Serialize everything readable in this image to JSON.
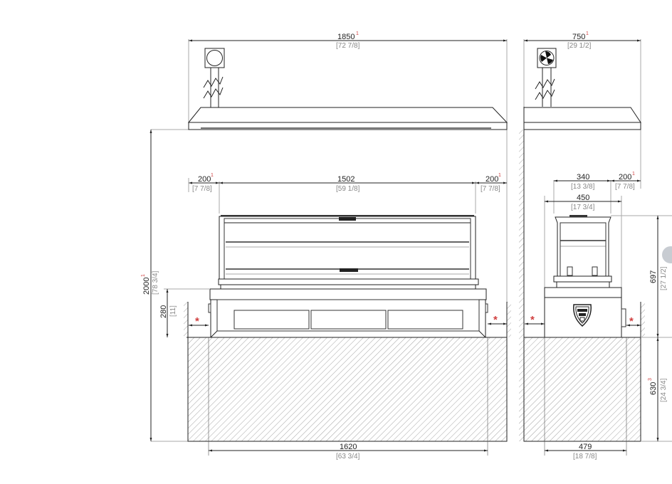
{
  "front_view": {
    "overall_width": {
      "value": "1850",
      "note": "1",
      "inch": "[72 7/8]"
    },
    "clearance_left": {
      "value": "200",
      "note": "1",
      "inch": "[7 7/8]"
    },
    "unit_width": {
      "value": "1502",
      "inch": "[59 1/8]"
    },
    "clearance_right": {
      "value": "200",
      "note": "1",
      "inch": "[7 7/8]"
    },
    "total_height": {
      "value": "2000",
      "note": "1",
      "inch": "[78 3/4]"
    },
    "base_height": {
      "value": "280",
      "inch": "[11]"
    },
    "base_width": {
      "value": "1620",
      "inch": "[63 3/4]"
    },
    "side_gap_marker": "*"
  },
  "side_view": {
    "overall_depth": {
      "value": "750",
      "note": "1",
      "inch": "[29 1/2]"
    },
    "display_depth": {
      "value": "340",
      "inch": "[13 3/8]"
    },
    "rear_clearance": {
      "value": "200",
      "note": "1",
      "inch": "[7 7/8]"
    },
    "top_depth": {
      "value": "450",
      "inch": "[17 3/4]"
    },
    "unit_height": {
      "value": "697",
      "inch": "[27 1/2]"
    },
    "counter_height": {
      "value": "630",
      "note": "3",
      "inch": "[24 3/4]"
    },
    "base_depth": {
      "value": "479",
      "inch": "[18 7/8]"
    },
    "side_gap_marker": "*"
  }
}
